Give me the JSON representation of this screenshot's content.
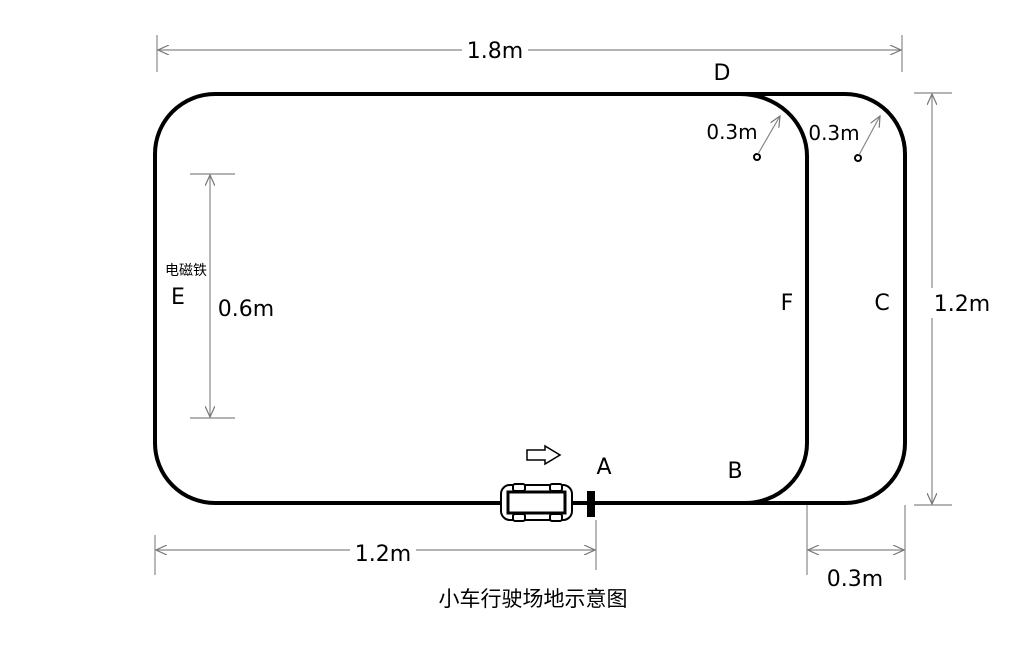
{
  "dimensions": {
    "top_width": "1.8m",
    "right_height": "1.2m",
    "left_span": "0.6m",
    "bottom_left": "1.2m",
    "bottom_right": "0.3m",
    "radius_inner": "0.3m",
    "radius_outer": "0.3m"
  },
  "points": {
    "A": "A",
    "B": "B",
    "C": "C",
    "D": "D",
    "E": "E",
    "F": "F"
  },
  "magnet_label": "电磁铁",
  "caption": "小车行驶场地示意图"
}
